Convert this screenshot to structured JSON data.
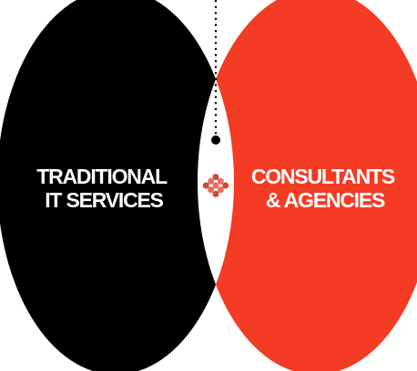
{
  "diagram": {
    "type": "venn",
    "left_set": {
      "label_lines": [
        "TRADITIONAL",
        "IT SERVICES"
      ],
      "fill": "#000000",
      "text_color": "#ffffff"
    },
    "right_set": {
      "label_lines": [
        "CONSULTANTS",
        "& AGENCIES"
      ],
      "fill": "#f43b24",
      "text_color": "#ffffff"
    },
    "intersection": {
      "fill": "#ffffff",
      "icon": "hexagon-cluster-logo-icon",
      "icon_colors": [
        "#c84a3c",
        "#e0705c"
      ]
    },
    "pointer": {
      "style": "dotted-line-with-dot",
      "color": "#000000"
    }
  }
}
